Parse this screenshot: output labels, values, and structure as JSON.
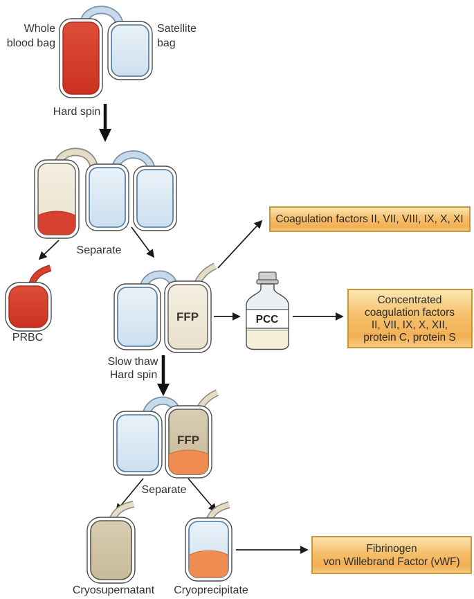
{
  "labels": {
    "whole_blood_line1": "Whole",
    "whole_blood_line2": "blood bag",
    "satellite_line1": "Satellite",
    "satellite_line2": "bag",
    "hard_spin": "Hard spin",
    "separate_top": "Separate",
    "prbc": "PRBC",
    "ffp_top": "FFP",
    "pcc": "PCC",
    "slow_thaw": "Slow thaw",
    "hard_spin_2": "Hard spin",
    "ffp_bottom": "FFP",
    "separate_bottom": "Separate",
    "cryosupernatant": "Cryosupernatant",
    "cryoprecipitate": "Cryoprecipitate"
  },
  "boxes": {
    "coagulation": {
      "lines": [
        "Coagulation factors II, VII, VIII, IX, X, XI"
      ]
    },
    "concentrated": {
      "lines": [
        "Concentrated",
        "coagulation factors",
        "II, VII, IX, X, XII,",
        "protein C, protein S"
      ]
    },
    "fibrinogen": {
      "lines": [
        "Fibrinogen",
        "von Willebrand Factor (vWF)"
      ]
    }
  },
  "colors": {
    "blood_red": "#d0392a",
    "plasma_blue": "#dbe8f4",
    "plasma_cream": "#eee8d8",
    "thawed_tan": "#cfc3a3",
    "precipitate_orange": "#ef8c51",
    "callout_fill": "#f5bf6b",
    "callout_border": "#c28e2d",
    "arrow_black": "#1a1a1a"
  }
}
